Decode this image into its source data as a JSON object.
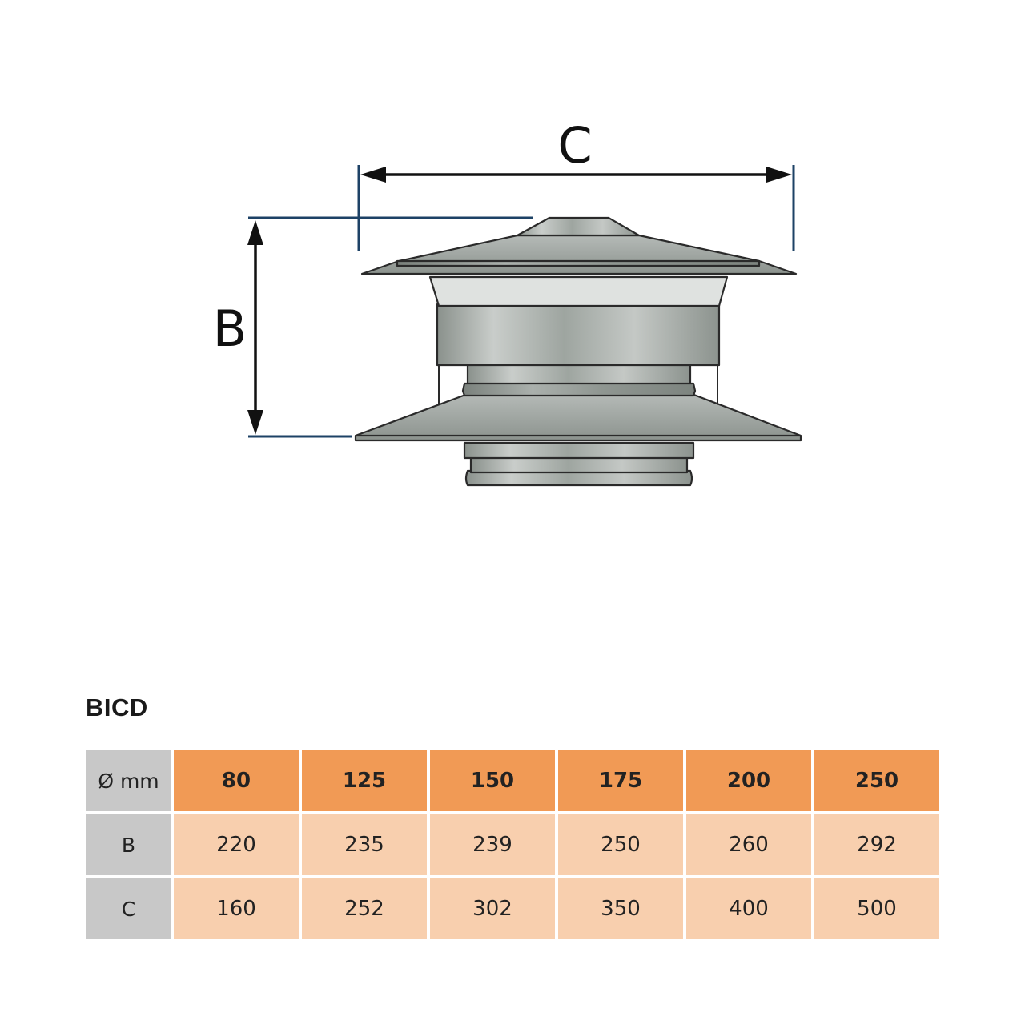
{
  "diagram": {
    "dimension_c_label": "C",
    "dimension_b_label": "B",
    "colors": {
      "dimension_line": "#1d4266",
      "arrow": "#111111",
      "metal_light": "#c7cbc8",
      "metal_mid": "#9aa19c",
      "metal_dark": "#6e7571",
      "outline": "#2a2a2a"
    }
  },
  "table": {
    "title": "BICD",
    "header": {
      "label": "Ø mm",
      "values": [
        "80",
        "125",
        "150",
        "175",
        "200",
        "250"
      ]
    },
    "rows": [
      {
        "label": "B",
        "values": [
          "220",
          "235",
          "239",
          "250",
          "260",
          "292"
        ]
      },
      {
        "label": "C",
        "values": [
          "160",
          "252",
          "302",
          "350",
          "400",
          "500"
        ]
      }
    ],
    "colors": {
      "header_cells": "#f19a55",
      "value_cells": "#f8cfae",
      "row_labels": "#c8c8c8"
    }
  }
}
